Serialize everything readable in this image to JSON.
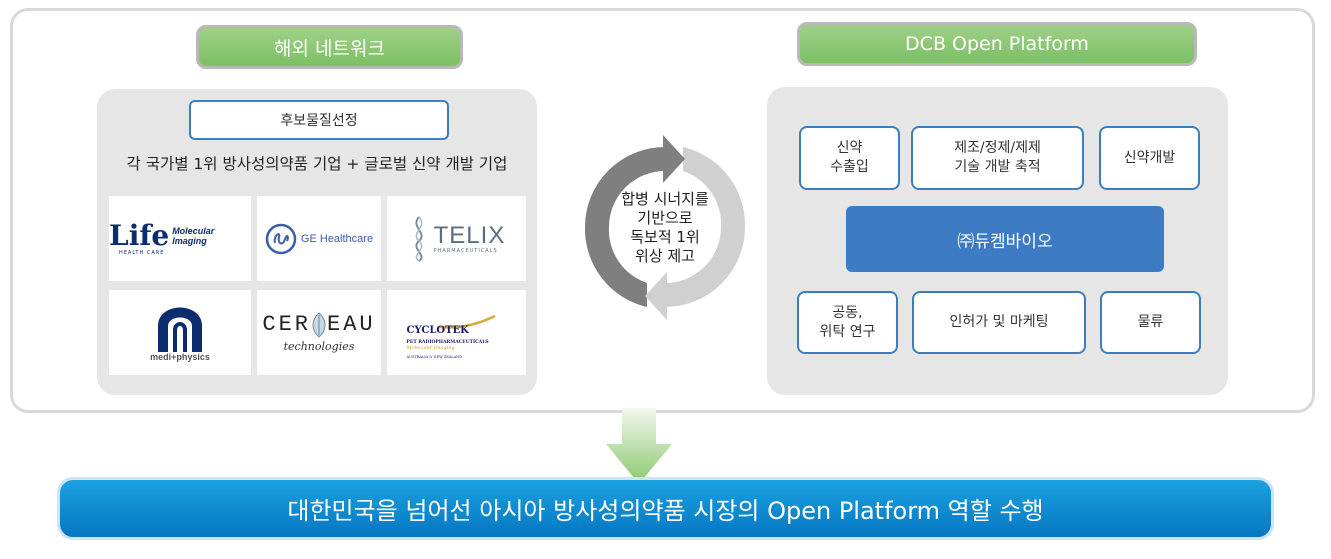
{
  "left_section": {
    "header": "해외 네트워크",
    "candidate_label": "후보물질선정",
    "companies_text": "각 국가별 1위 방사성의약품 기업 + 글로벌 신약 개발 기업",
    "logos": {
      "life": {
        "main": "Life",
        "tag": "Molecular Imaging",
        "sub": "HEALTH CARE"
      },
      "ge": {
        "text": "GE Healthcare"
      },
      "telix": {
        "text": "TELIX",
        "sub": "PHARMACEUTICALS"
      },
      "medi": {
        "text": "medi+physics"
      },
      "cerveau": {
        "left": "CER",
        "right": "EAU",
        "sub": "technologies"
      },
      "cyclotek": {
        "name": "CYCLOTEK",
        "line1": "PET RADIOPHARMACEUTICALS",
        "line2": "Molecular Imaging",
        "line3": "AUSTRALIA & NEW ZEALAND"
      }
    }
  },
  "center": {
    "lines": [
      "합병 시너지를",
      "기반으로",
      "독보적 1위",
      "위상 제고"
    ]
  },
  "right_section": {
    "header": "DCB Open Platform",
    "boxes_top": [
      {
        "lines": [
          "신약",
          "수출입"
        ]
      },
      {
        "lines": [
          "제조/정제/제제",
          "기술 개발 축적"
        ]
      },
      {
        "lines": [
          "신약개발"
        ]
      }
    ],
    "center_label": "㈜듀켐바이오",
    "boxes_bottom": [
      {
        "lines": [
          "공동,",
          "위탁 연구"
        ]
      },
      {
        "lines": [
          "인허가 및 마케팅"
        ]
      },
      {
        "lines": [
          "물류"
        ]
      }
    ]
  },
  "bottom_banner": "대한민국을 넘어선 아시아 방사성의약품 시장의 Open Platform 역할 수행",
  "colors": {
    "green": "#7cc064",
    "blue_box": "#3d7cc4",
    "border_blue": "#3b7dbf",
    "banner_blue": "#0a86cf",
    "panel_grey": "#e6e6e6"
  }
}
